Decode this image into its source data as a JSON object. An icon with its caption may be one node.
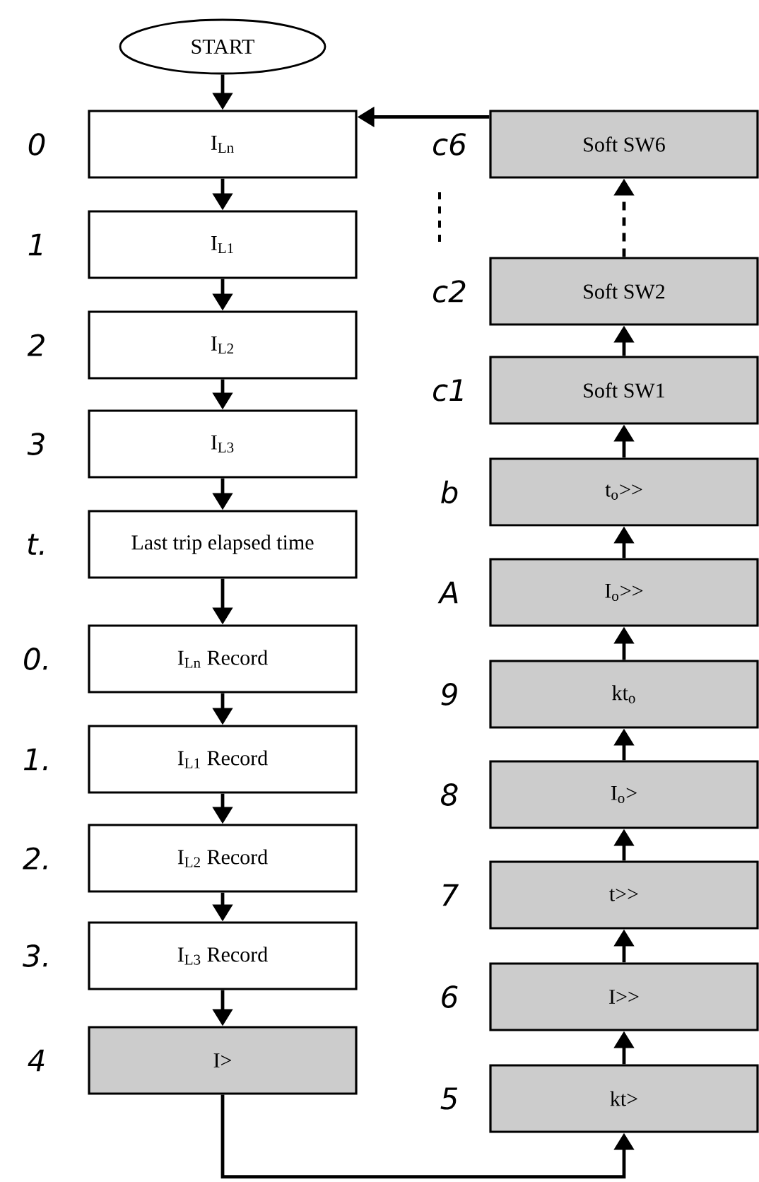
{
  "diagram": {
    "nodes": [
      {
        "text": [
          "START"
        ]
      },
      {
        "text": [
          "I$_{Ln}$"
        ]
      },
      {
        "text": [
          "I$_{L1}$"
        ]
      },
      {
        "text": [
          "I$_{L2}$"
        ]
      },
      {
        "text": [
          "I$_{L3}$"
        ]
      },
      {
        "text": [
          "Last trip elapsed time"
        ]
      },
      {
        "text": [
          "I$_{Ln}$ Record"
        ]
      },
      {
        "text": [
          "I$_{L1}$ Record"
        ]
      },
      {
        "text": [
          "I$_{L2}$ Record"
        ]
      },
      {
        "text": [
          "I$_{L3}$ Record"
        ]
      },
      {
        "text": [
          "I>"
        ]
      },
      {
        "text": [
          "Soft SW6"
        ]
      },
      {
        "text": [
          "Soft SW2"
        ]
      },
      {
        "text": [
          "Soft SW1"
        ]
      },
      {
        "text": [
          "t$_{o}$>>"
        ]
      },
      {
        "text": [
          "I$_{o}$>>"
        ]
      },
      {
        "text": [
          "kt$_{o}$"
        ]
      },
      {
        "text": [
          "I$_{o}$>"
        ]
      },
      {
        "text": [
          "t>>"
        ]
      },
      {
        "text": [
          "I>>"
        ]
      },
      {
        "text": [
          "kt>"
        ]
      }
    ],
    "edges": [
      {
        "from": 0,
        "to": 1,
        "arrow": "to"
      },
      {
        "from": 1,
        "to": 2,
        "arrow": "to"
      },
      {
        "from": 2,
        "to": 3,
        "arrow": "to"
      },
      {
        "from": 3,
        "to": 4,
        "arrow": "to"
      },
      {
        "from": 4,
        "to": 5,
        "arrow": "to"
      },
      {
        "from": 5,
        "to": 6,
        "arrow": "to"
      },
      {
        "from": 6,
        "to": 7,
        "arrow": "to"
      },
      {
        "from": 7,
        "to": 8,
        "arrow": "to"
      },
      {
        "from": 8,
        "to": 9,
        "arrow": "to"
      },
      {
        "from": 9,
        "to": 10,
        "arrow": "to"
      },
      {
        "from": 10,
        "to": 20,
        "arrow": "to"
      },
      {
        "from": 20,
        "to": 19,
        "arrow": "to"
      },
      {
        "from": 19,
        "to": 18,
        "arrow": "to"
      },
      {
        "from": 18,
        "to": 17,
        "arrow": "to"
      },
      {
        "from": 17,
        "to": 16,
        "arrow": "to"
      },
      {
        "from": 16,
        "to": 15,
        "arrow": "to"
      },
      {
        "from": 15,
        "to": 14,
        "arrow": "to"
      },
      {
        "from": 14,
        "to": 13,
        "arrow": "to"
      },
      {
        "from": 13,
        "to": 12,
        "arrow": "to"
      },
      {
        "from": 12,
        "to": 11,
        "arrow": "to",
        "style": "dashed"
      },
      {
        "from": 11,
        "to": 1,
        "arrow": "to"
      }
    ],
    "labels": [
      "c6",
      "0",
      "c2",
      "1",
      "c1",
      "2",
      "b",
      "3",
      "A",
      "t.",
      "9",
      "0.",
      "8",
      "1.",
      "7",
      "2.",
      "6",
      "3.",
      "5",
      "4"
    ]
  }
}
